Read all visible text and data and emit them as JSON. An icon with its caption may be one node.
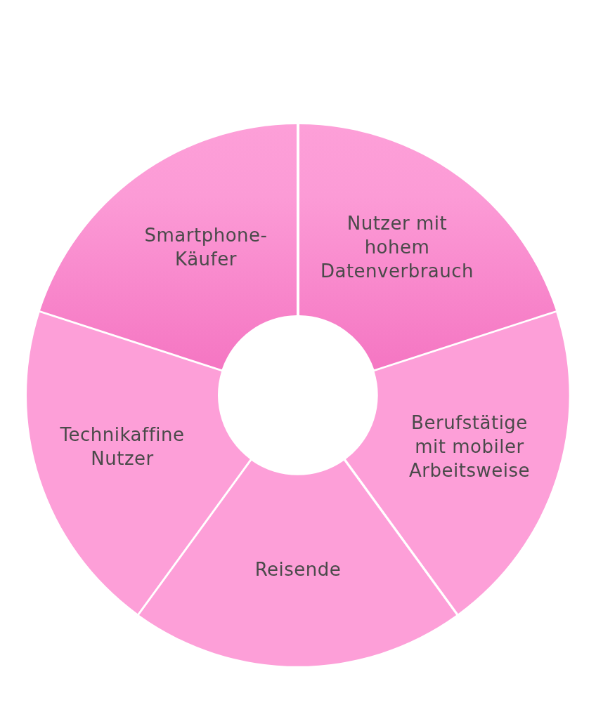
{
  "diagram": {
    "nodes": [
      {
        "text": [
          "Smartphone-Käufer"
        ]
      },
      {
        "text": [
          "Nutzer mit hohem Datenverbrauch"
        ]
      },
      {
        "text": [
          "Berufstätige mit mobiler Arbeitsweise"
        ]
      },
      {
        "text": [
          "Reisende"
        ]
      },
      {
        "text": [
          "Technikaffine Nutzer"
        ]
      }
    ]
  }
}
